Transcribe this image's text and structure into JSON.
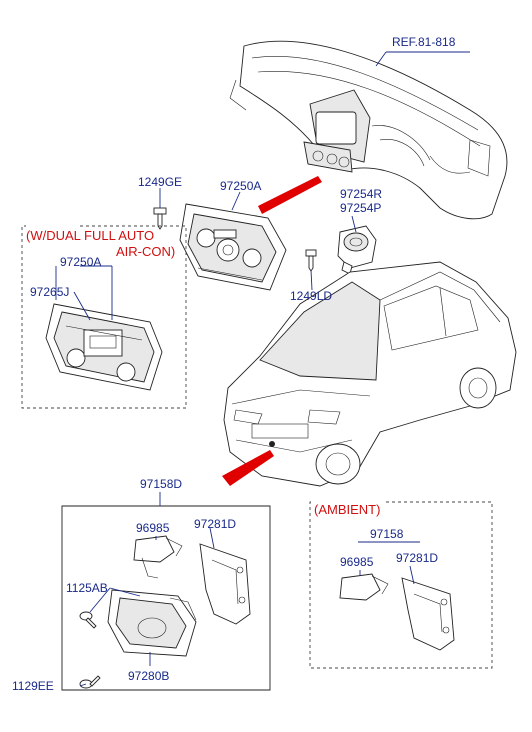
{
  "diagram": {
    "callouts": {
      "ref": "REF.81-818",
      "p1249GE": "1249GE",
      "p97250A_top": "97250A",
      "p97254R": "97254R",
      "p97254P": "97254P",
      "p1249LD": "1249LD",
      "p97250A_left": "97250A",
      "p97265J": "97265J",
      "p97158D": "97158D",
      "p96985_left": "96985",
      "p97281D_left": "97281D",
      "p1125AB": "1125AB",
      "p97280B": "97280B",
      "p1129EE": "1129EE",
      "p97158": "97158",
      "p96985_right": "96985",
      "p97281D_right": "97281D"
    },
    "notes": {
      "dual_line1": "(W/DUAL FULL AUTO",
      "dual_line2": "AIR-CON)",
      "ambient": "(AMBIENT)"
    },
    "colors": {
      "callout": "#1a2a8a",
      "note": "#d01010",
      "arrow": "#e00000",
      "linework": "#222222"
    }
  }
}
